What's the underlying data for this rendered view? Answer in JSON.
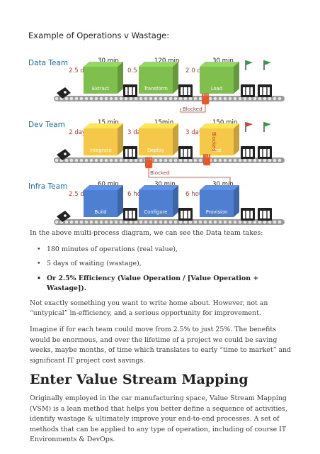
{
  "diagram": {
    "title": "Example of Operations v Wastage:",
    "blocked_label": "Blocked",
    "teams": [
      {
        "name": "Data Team",
        "durations": [
          "30 min",
          "120 min",
          "30 min"
        ],
        "waits": [
          "2.5 day",
          "0.5 day",
          "2.0 day"
        ],
        "stages": [
          "Extract",
          "Transform",
          "Load"
        ],
        "color": "#7fbf4d"
      },
      {
        "name": "Dev Team",
        "durations": [
          "15 min",
          "15min",
          "150 min"
        ],
        "waits": [
          "2 day",
          "3 day",
          "3 day"
        ],
        "stages": [
          "Integrate",
          "Deploy",
          "Test"
        ],
        "color": "#f6c84a"
      },
      {
        "name": "Infra Team",
        "durations": [
          "60 min",
          "30 min",
          "30 min"
        ],
        "waits": [
          "2.5 day",
          "6 hours",
          "6 hours"
        ],
        "stages": [
          "Build",
          "Configure",
          "Provision"
        ],
        "color": "#4e7fd1"
      }
    ],
    "colors": {
      "wait": "#c0392b",
      "team": "#1f6fb2",
      "flag_green": "#2e9e3e",
      "flag_red": "#d9432b",
      "hand": "#e8562a"
    }
  },
  "article": {
    "intro": "In the above multi-process diagram, we can see the Data team takes:",
    "bullets": [
      "180 minutes of operations (real value),",
      "5 days of waiting (wastage),",
      "Or 2.5% Efficiency (Value Operation / [Value Operation + Wastage])."
    ],
    "p1": "Not exactly something you want to write home about. However, not an “untypical” in-efficiency, and a serious opportunity for improvement.",
    "p2": "Imagine if for each team could move from 2.5% to just 25%. The benefits would be enormous, and over the lifetime of a project we could be saving weeks, maybe months, of time which translates to early “time to market” and significant IT project cost savings.",
    "heading": "Enter Value Stream Mapping",
    "p3": "Originally employed in the car manufacturing space, Value Stream Mapping (VSM) is a lean method that helps you better define a sequence of activities, identify wastage & ultimately improve your end-to-end processes. A set of methods that can be applied to any type of operation, including of course IT Environments & DevOps."
  }
}
